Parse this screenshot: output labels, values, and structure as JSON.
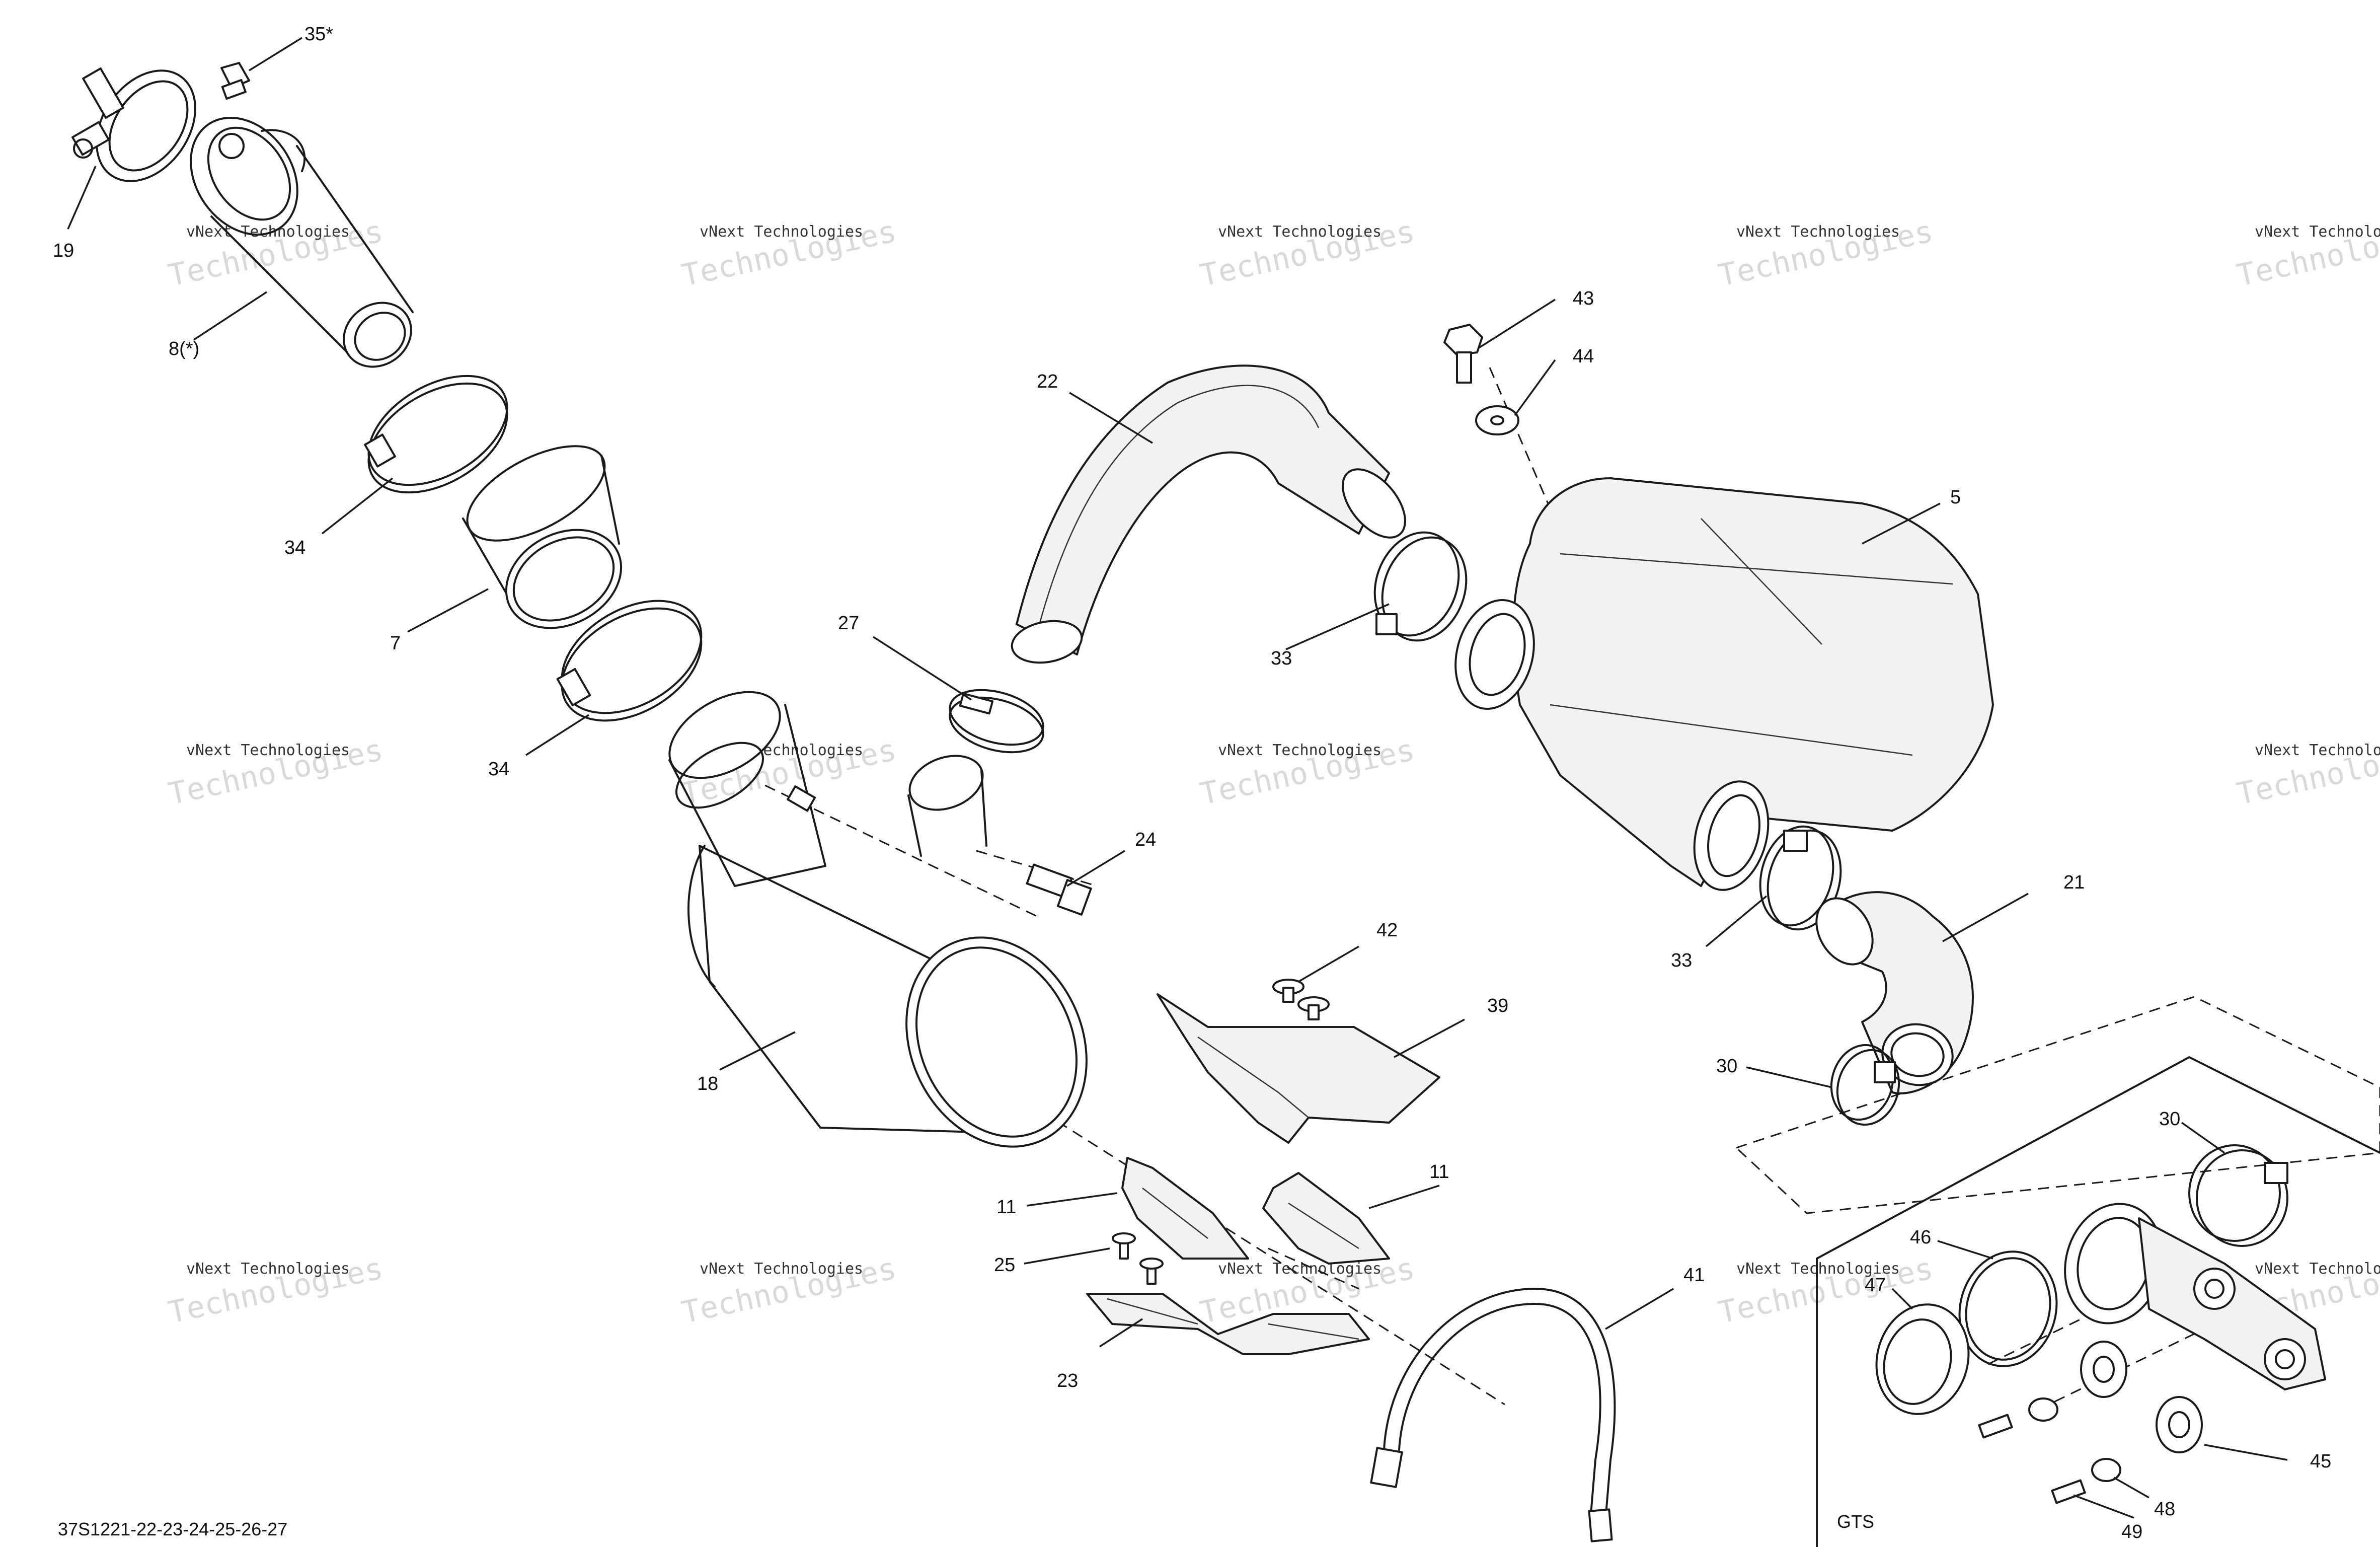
{
  "diagram": {
    "footer_code": "37S1221-22-23-24-25-26-27",
    "variant_label": "GTS",
    "watermark_text": "vNext Technologies",
    "callouts": {
      "c19": "19",
      "c35": "35*",
      "c8": "8(*)",
      "c34a": "34",
      "c7": "7",
      "c34b": "34",
      "c22": "22",
      "c27": "27",
      "c24": "24",
      "c18": "18",
      "c42": "42",
      "c39": "39",
      "c11a": "11",
      "c11b": "11",
      "c25": "25",
      "c23": "23",
      "c41": "41",
      "c43": "43",
      "c44": "44",
      "c5": "5",
      "c33a": "33",
      "c33b": "33",
      "c21": "21",
      "c30a": "30",
      "c30b": "30",
      "c46": "46",
      "c47": "47",
      "c45": "45",
      "c48": "48",
      "c49": "49"
    }
  }
}
